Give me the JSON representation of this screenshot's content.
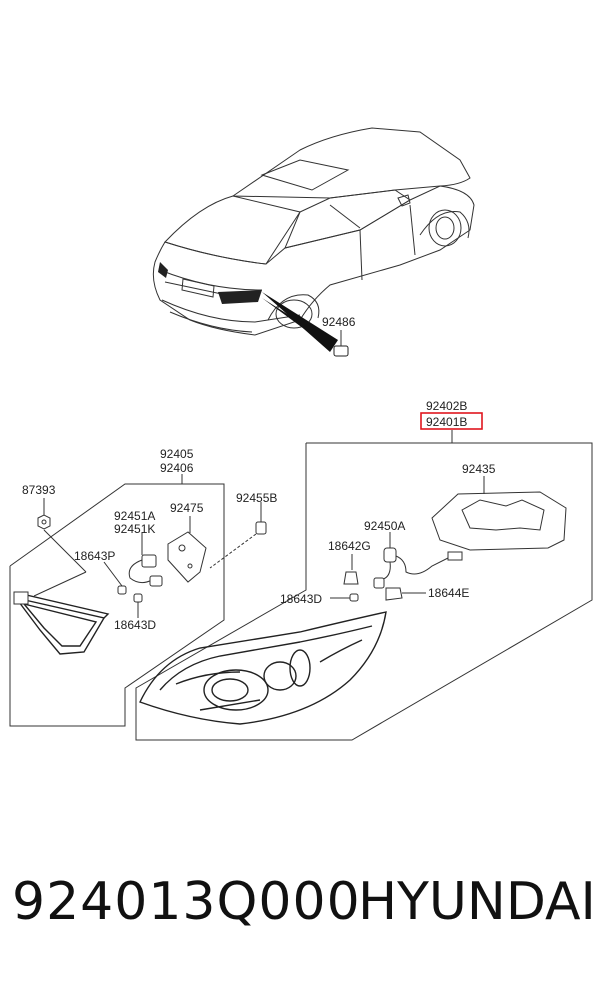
{
  "callouts": {
    "p92486": "92486",
    "p92402B": "92402B",
    "p92401B": "92401B",
    "p92435": "92435",
    "p92405": "92405",
    "p92406": "92406",
    "p87393": "87393",
    "p92475": "92475",
    "p92455B": "92455B",
    "p92451A": "92451A",
    "p92451K": "92451K",
    "p18643P": "18643P",
    "p18643D_left": "18643D",
    "p92450A": "92450A",
    "p18642G": "18642G",
    "p18643D_right": "18643D",
    "p18644E": "18644E"
  },
  "highlight_color": "#e0161e",
  "footer": {
    "part_number": "924013Q000",
    "brand": "HYUNDAI"
  }
}
